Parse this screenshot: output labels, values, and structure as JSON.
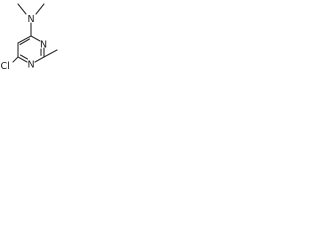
{
  "molecule": {
    "atoms": {
      "amine_n": "N",
      "ring_n_top": "N",
      "ring_n_bottom": "N",
      "chlorine": "Cl"
    }
  },
  "colors": {
    "bond": "#2b2b2b",
    "label": "#1a1a1a",
    "background": "#ffffff"
  }
}
